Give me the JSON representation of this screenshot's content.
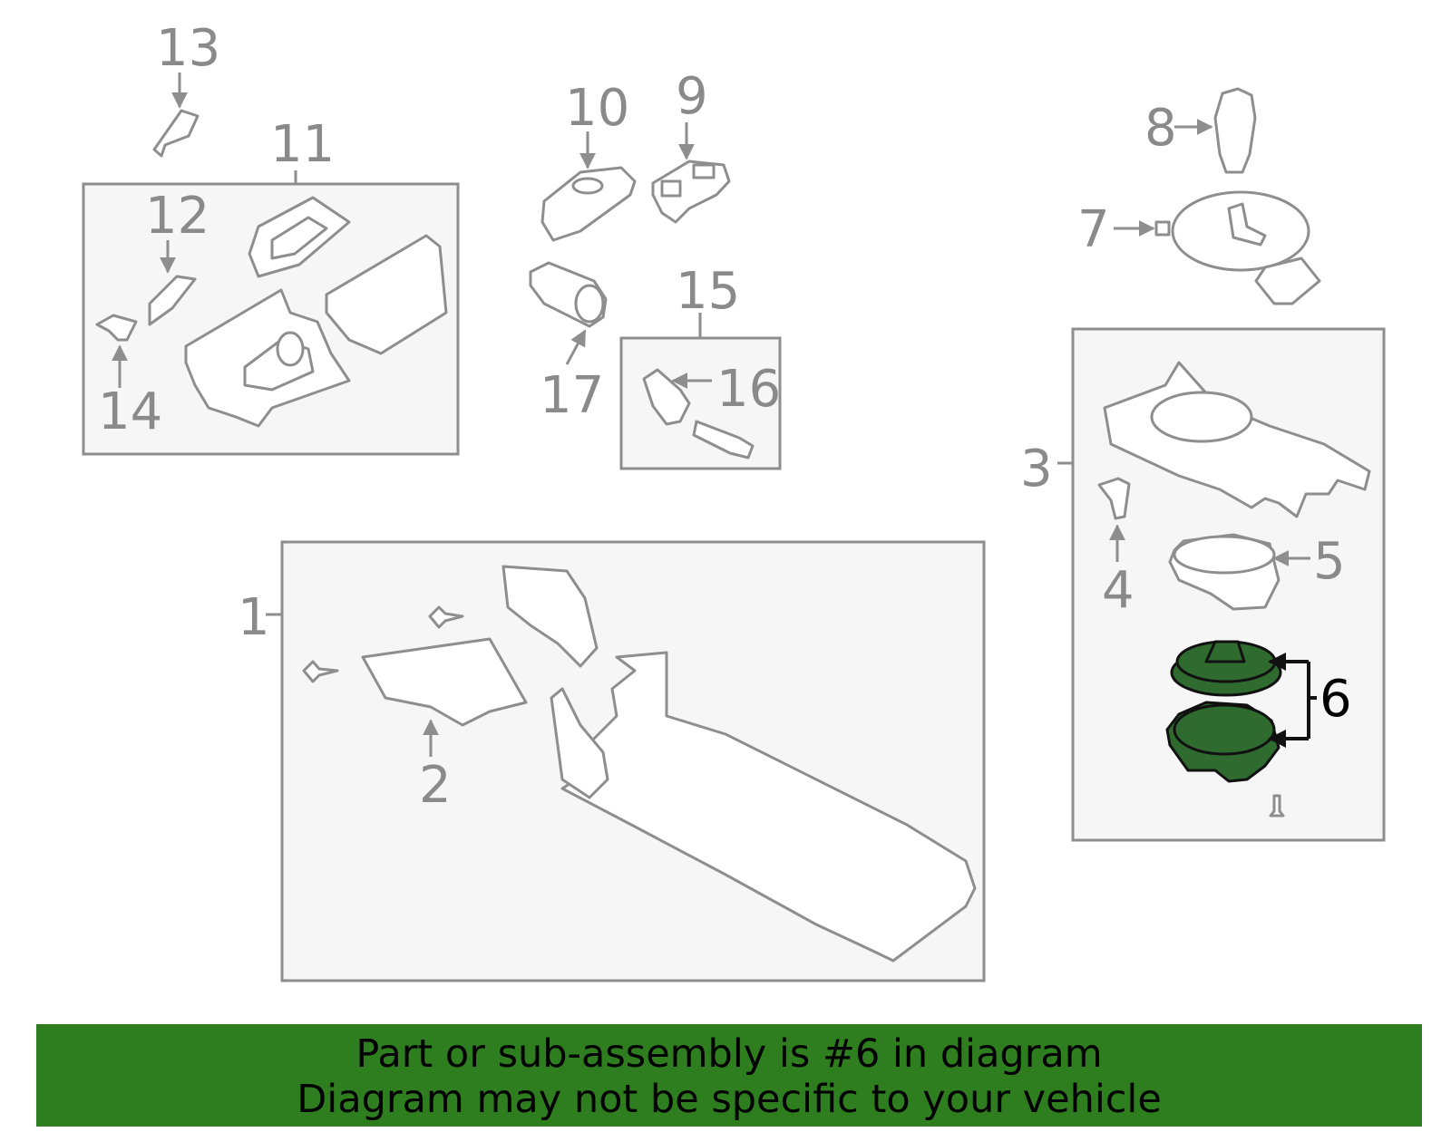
{
  "labels": {
    "l1": "1",
    "l2": "2",
    "l3": "3",
    "l4": "4",
    "l5": "5",
    "l6": "6",
    "l7": "7",
    "l8": "8",
    "l9": "9",
    "l10": "10",
    "l11": "11",
    "l12": "12",
    "l13": "13",
    "l14": "14",
    "l15": "15",
    "l16": "16",
    "l17": "17"
  },
  "highlighted_part": "6",
  "colors": {
    "highlight": "#2e7d1f",
    "line": "#8e8e8e",
    "box_fill": "#f6f6f6"
  },
  "banner": {
    "line1": "Part or sub-assembly is #6 in diagram",
    "line2": "Diagram may not be specific to your vehicle"
  }
}
